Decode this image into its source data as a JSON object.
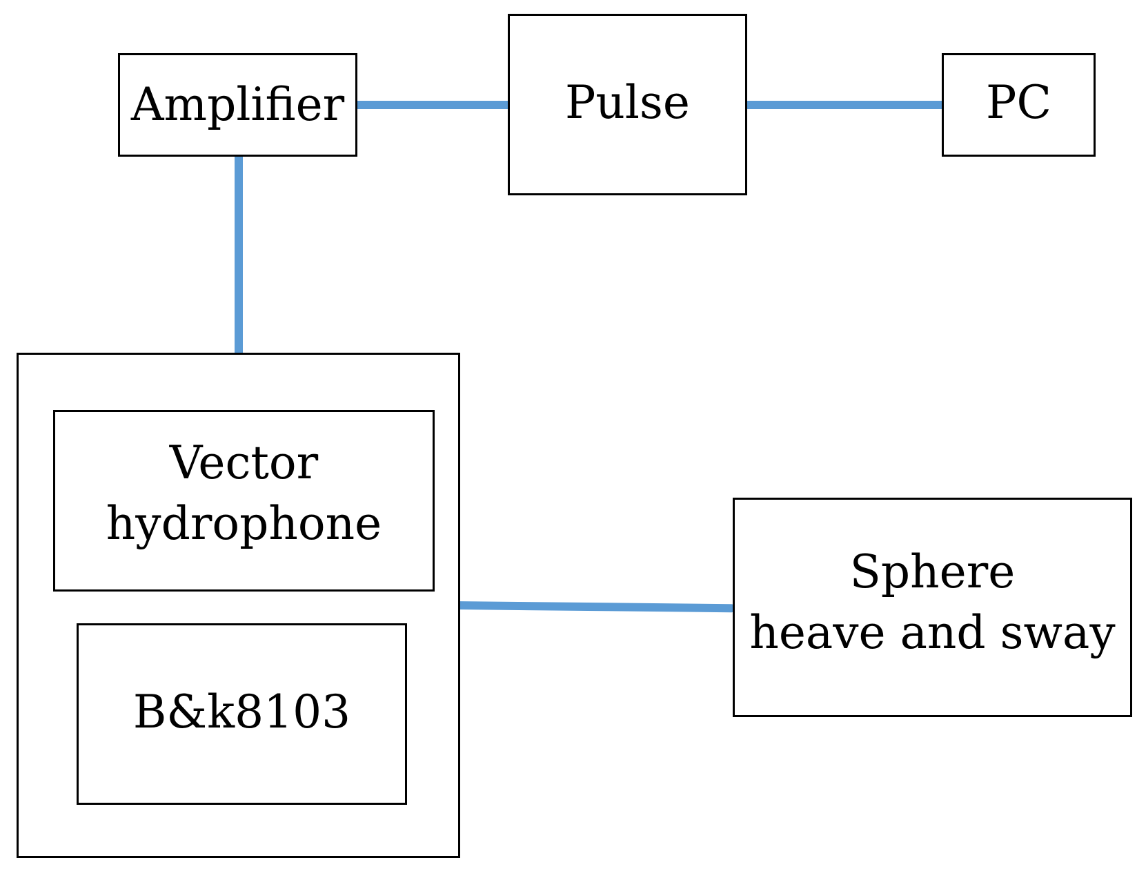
{
  "diagram": {
    "nodes": {
      "amplifier": {
        "label": "Amplifier"
      },
      "pulse": {
        "label": "Pulse"
      },
      "pc": {
        "label": "PC"
      },
      "vector_hydrophone": {
        "label_line1": "Vector",
        "label_line2": "hydrophone"
      },
      "bk8103": {
        "label": "B&k8103"
      },
      "sphere": {
        "label_line1": "Sphere",
        "label_line2": "heave and sway"
      }
    },
    "edges": [
      {
        "from": "Amplifier",
        "to": "Pulse"
      },
      {
        "from": "Pulse",
        "to": "PC"
      },
      {
        "from": "Amplifier",
        "to": "sensor-housing"
      },
      {
        "from": "sensor-housing",
        "to": "Sphere"
      }
    ],
    "colors": {
      "wire": "#5b9bd5",
      "box_border": "#000000",
      "background": "#ffffff"
    }
  }
}
